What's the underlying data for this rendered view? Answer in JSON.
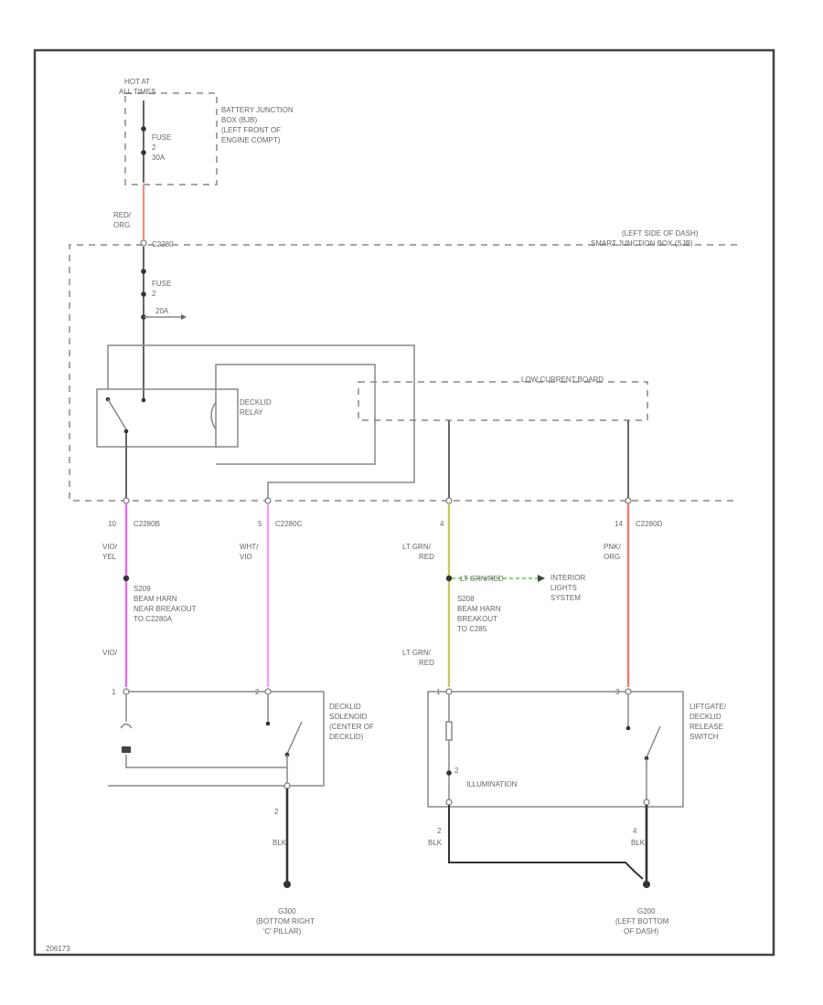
{
  "colors": {
    "red_orange": "#f08a80",
    "violet_yellow": "#e86ae8",
    "white_violet": "#f0a0f0",
    "lt_green_red": "#c8c860",
    "lt_green_ext": "#80e070",
    "pink_orange": "#f07a72",
    "ground": "#333333"
  },
  "labels": {
    "hot_at": "HOT AT",
    "all_times": "ALL TIMES",
    "bjb_1": "BATTERY JUNCTION",
    "bjb_2": "BOX (BJB)",
    "bjb_3": "(LEFT FRONT OF",
    "bjb_4": "ENGINE COMPT)",
    "fuse_top": "FUSE",
    "fuse_top_num": "2",
    "fuse_top_amp": "30A",
    "red_org_1": "RED/",
    "red_org_2": "ORG",
    "c2280_top": "C2280",
    "sjb_1": "(LEFT SIDE OF DASH)",
    "sjb_2": "SMART JUNCTION BOX (SJB)",
    "fuse_mid": "FUSE",
    "fuse_mid_num": "2",
    "fuse_mid_amp": "20A",
    "relay_1": "DECKLID",
    "relay_2": "RELAY",
    "low_current": "LOW CURRENT BOARD",
    "pin_left": "10",
    "c2280b": "C2280B",
    "pin_wv": "5",
    "c2280c": "C2280C",
    "pin_ltg": "4",
    "pin_pk": "14",
    "c2280d": "C2280D",
    "vio_yel_1": "VIO/",
    "vio_yel_2": "YEL",
    "wht_vio_1": "WHT/",
    "wht_vio_2": "VIO",
    "ltgrn_red_1": "LT GRN/",
    "ltgrn_red_2": "RED",
    "pnk_org_1": "PNK/",
    "pnk_org_2": "ORG",
    "s209_1": "S209",
    "s209_2": "BEAM HARN",
    "s209_3": "NEAR BREAKOUT",
    "s209_4": "TO C2280A",
    "s208_1": "S208",
    "s208_2": "BEAM HARN",
    "s208_3": "BREAKOUT",
    "s208_4": "TO C285",
    "lt_grn_ext": "LT GRN/RED",
    "interior_1": "INTERIOR",
    "interior_2": "LIGHTS",
    "interior_3": "SYSTEM",
    "vio_lower": "VIO/",
    "ltgrn_lower_1": "LT GRN/",
    "ltgrn_lower_2": "RED",
    "sol_pin": "1",
    "sol_pin2": "2",
    "solenoid_1": "DECKLID",
    "solenoid_2": "SOLENOID",
    "solenoid_3": "(CENTER OF",
    "solenoid_4": "DECKLID)",
    "sw_pin_a": "1",
    "sw_pin_b": "3",
    "sw_pin_c": "2",
    "sw_pin_d": "4",
    "illumination": "ILLUMINATION",
    "switch_1": "LIFTGATE/",
    "switch_2": "DECKLID",
    "switch_3": "RELEASE",
    "switch_4": "SWITCH",
    "pin_two": "2",
    "blk": "BLK",
    "blk2": "BLK",
    "pin_four": "4",
    "blk3": "BLK",
    "g300_1": "G300",
    "g300_2": "(BOTTOM RIGHT",
    "g300_3": "'C' PILLAR)",
    "g200_1": "G200",
    "g200_2": "(LEFT BOTTOM",
    "g200_3": "OF DASH)",
    "code": "206173"
  }
}
